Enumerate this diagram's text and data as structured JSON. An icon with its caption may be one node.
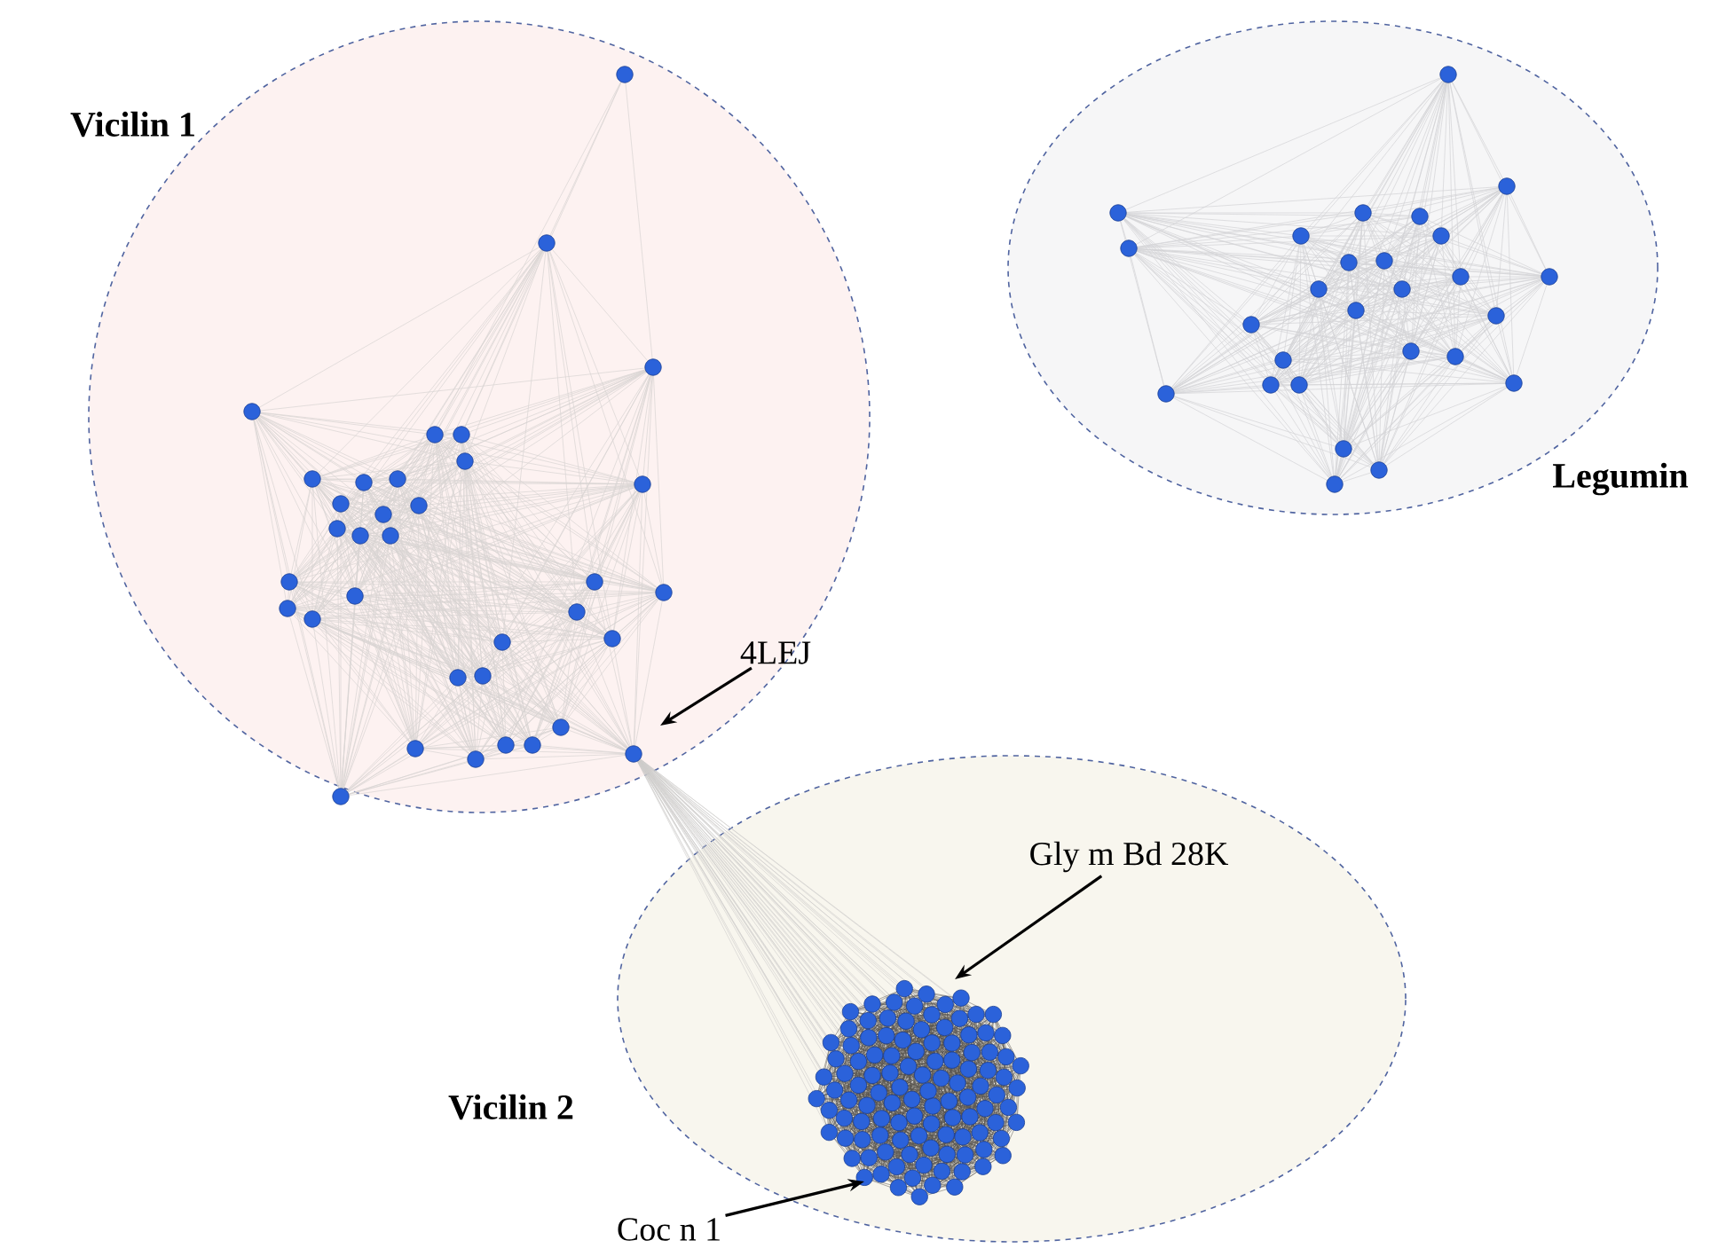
{
  "diagram": {
    "nodes": [
      {
        "text": [
          "Vicilin 1"
        ]
      },
      {
        "text": [
          "Legumin"
        ]
      },
      {
        "text": [
          "Vicilin 2"
        ]
      },
      {
        "text": [
          "4LEJ"
        ],
        "in": 0
      },
      {
        "text": [
          "Gly m Bd 28K"
        ],
        "in": 2
      },
      {
        "text": [
          "Coc n 1"
        ]
      }
    ],
    "edges": [
      {
        "from": 3,
        "to": null,
        "arrow": "to"
      },
      {
        "from": 4,
        "to": null,
        "arrow": "to"
      },
      {
        "from": 5,
        "to": null,
        "arrow": "to"
      }
    ]
  }
}
